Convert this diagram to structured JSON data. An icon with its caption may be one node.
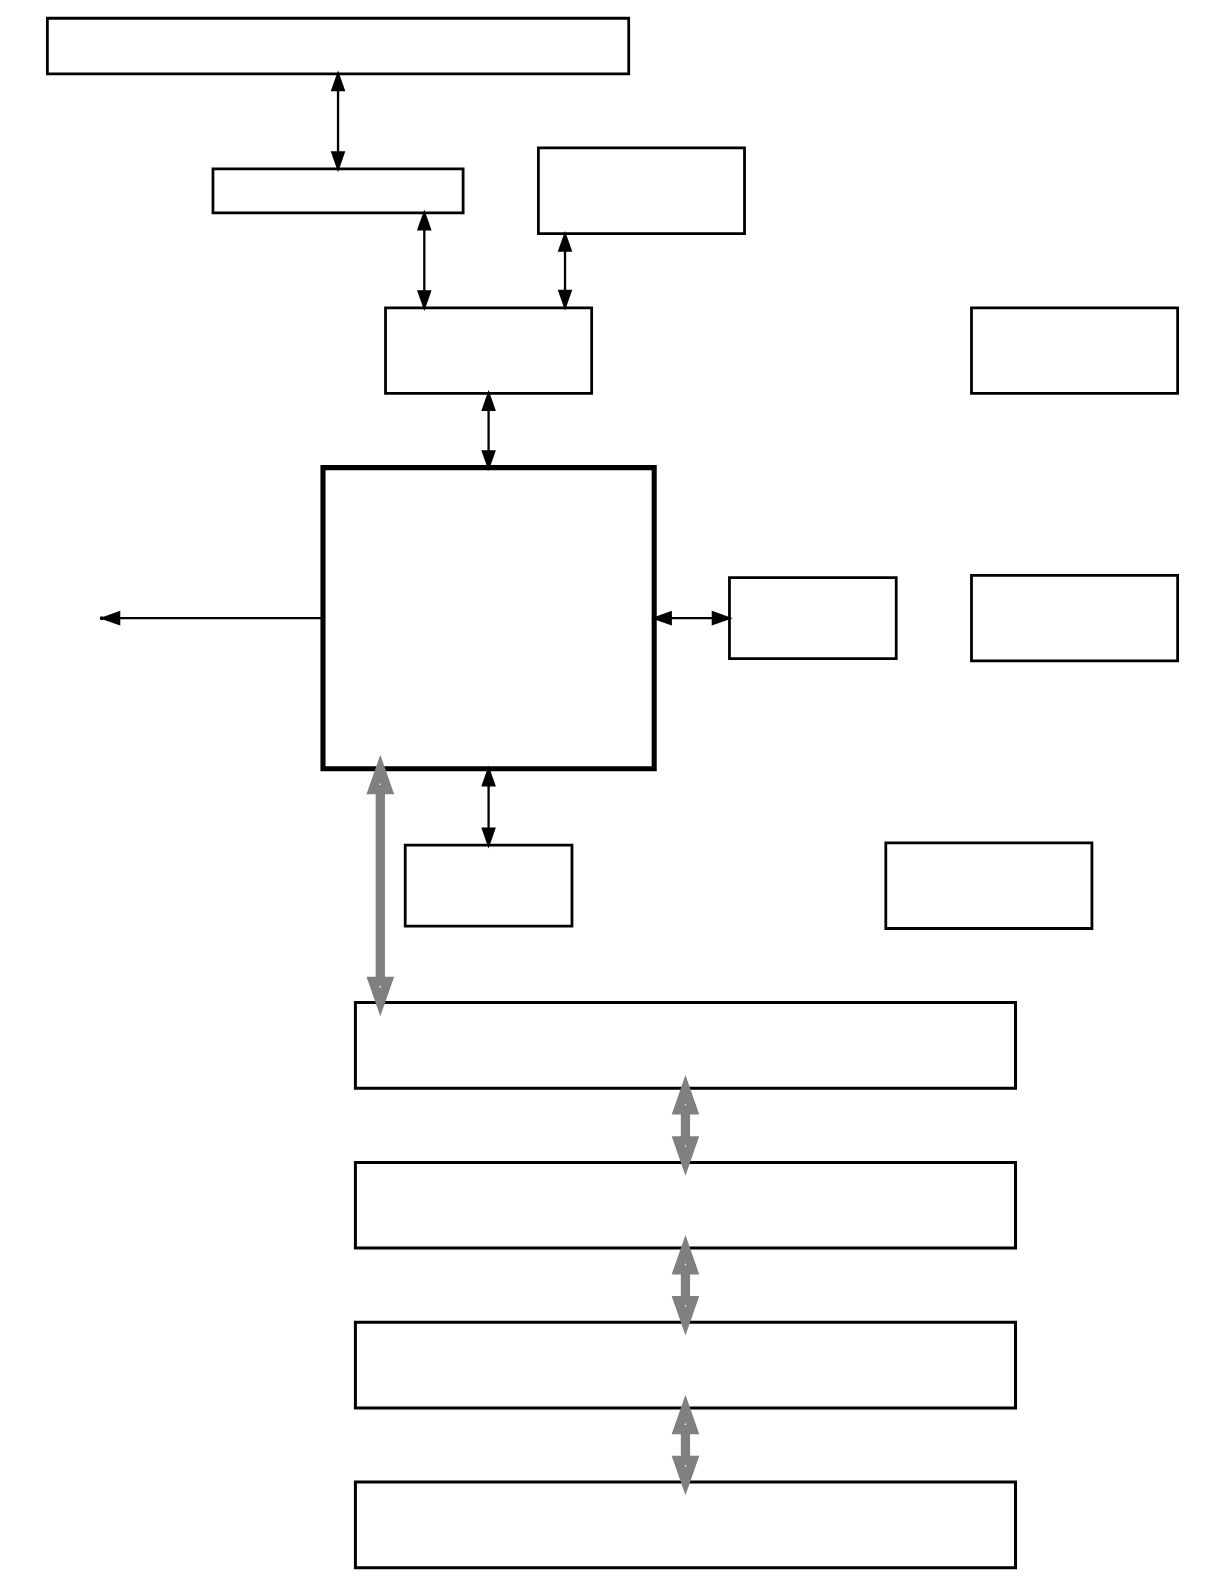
{
  "diagram": {
    "nodes": [
      {
        "text": [],
        "shape": "box"
      },
      {
        "text": [],
        "shape": "box"
      },
      {
        "text": [],
        "shape": "box"
      },
      {
        "text": [],
        "shape": "box"
      },
      {
        "text": [],
        "shape": "box"
      },
      {
        "text": [],
        "shape": "box"
      },
      {
        "text": [],
        "shape": "box"
      },
      {
        "text": [],
        "shape": "box"
      },
      {
        "text": [],
        "shape": "box"
      },
      {
        "text": [],
        "shape": "box"
      },
      {
        "text": [],
        "shape": "box"
      },
      {
        "text": [],
        "shape": "box"
      },
      {
        "text": [],
        "shape": "box"
      },
      {
        "text": [],
        "shape": "box"
      }
    ],
    "edges": [
      {
        "from": 0,
        "to": 2,
        "arrow": "both"
      },
      {
        "from": 2,
        "to": 3,
        "arrow": "both"
      },
      {
        "from": 1,
        "to": 3,
        "arrow": "both"
      },
      {
        "from": 3,
        "to": 5,
        "arrow": "both"
      },
      {
        "from": 5,
        "to": 6,
        "arrow": "both"
      },
      {
        "from": 5,
        "to": 8,
        "arrow": "both"
      },
      {
        "from": 5,
        "to": null,
        "arrow": "to"
      },
      {
        "from": 5,
        "to": 10,
        "arrow": "both",
        "style": "thick",
        "color": "#808080"
      },
      {
        "from": 10,
        "to": 11,
        "arrow": "both",
        "style": "thick",
        "color": "#808080"
      },
      {
        "from": 11,
        "to": 12,
        "arrow": "both",
        "style": "thick",
        "color": "#808080"
      },
      {
        "from": 12,
        "to": 13,
        "arrow": "both",
        "style": "thick",
        "color": "#808080"
      }
    ]
  }
}
